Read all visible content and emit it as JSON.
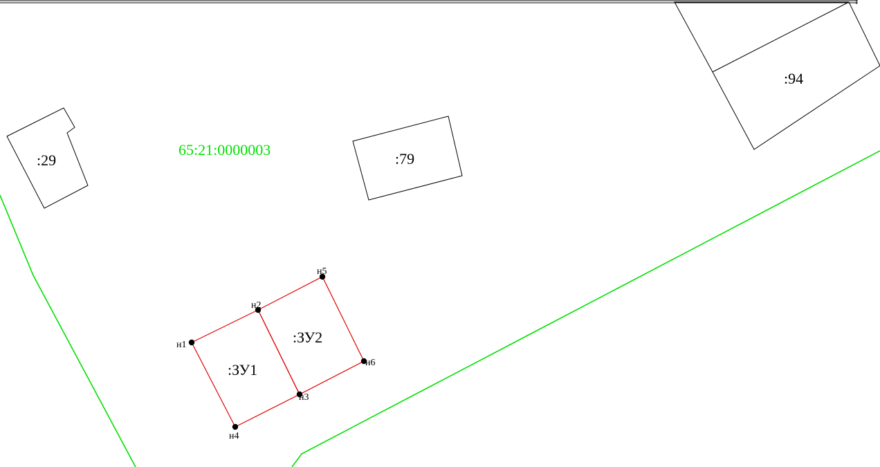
{
  "colors": {
    "quarter_boundary": "#00e000",
    "new_parcel_boundary": "#e00000",
    "existing_parcel": "#000000",
    "boundary_point": "#000000"
  },
  "cadastral_quarter": {
    "number": "65:21:0000003"
  },
  "existing_parcels": [
    {
      "id": "p29",
      "label": ":29"
    },
    {
      "id": "p79",
      "label": ":79"
    },
    {
      "id": "p94",
      "label": ":94"
    }
  ],
  "new_parcels": [
    {
      "id": "zu1",
      "label": ":ЗУ1"
    },
    {
      "id": "zu2",
      "label": ":ЗУ2"
    }
  ],
  "boundary_points": [
    {
      "id": "n1",
      "label": "н1"
    },
    {
      "id": "n2",
      "label": "н2"
    },
    {
      "id": "n3",
      "label": "н3"
    },
    {
      "id": "n4",
      "label": "н4"
    },
    {
      "id": "n5",
      "label": "н5"
    },
    {
      "id": "n6",
      "label": "н6"
    }
  ]
}
